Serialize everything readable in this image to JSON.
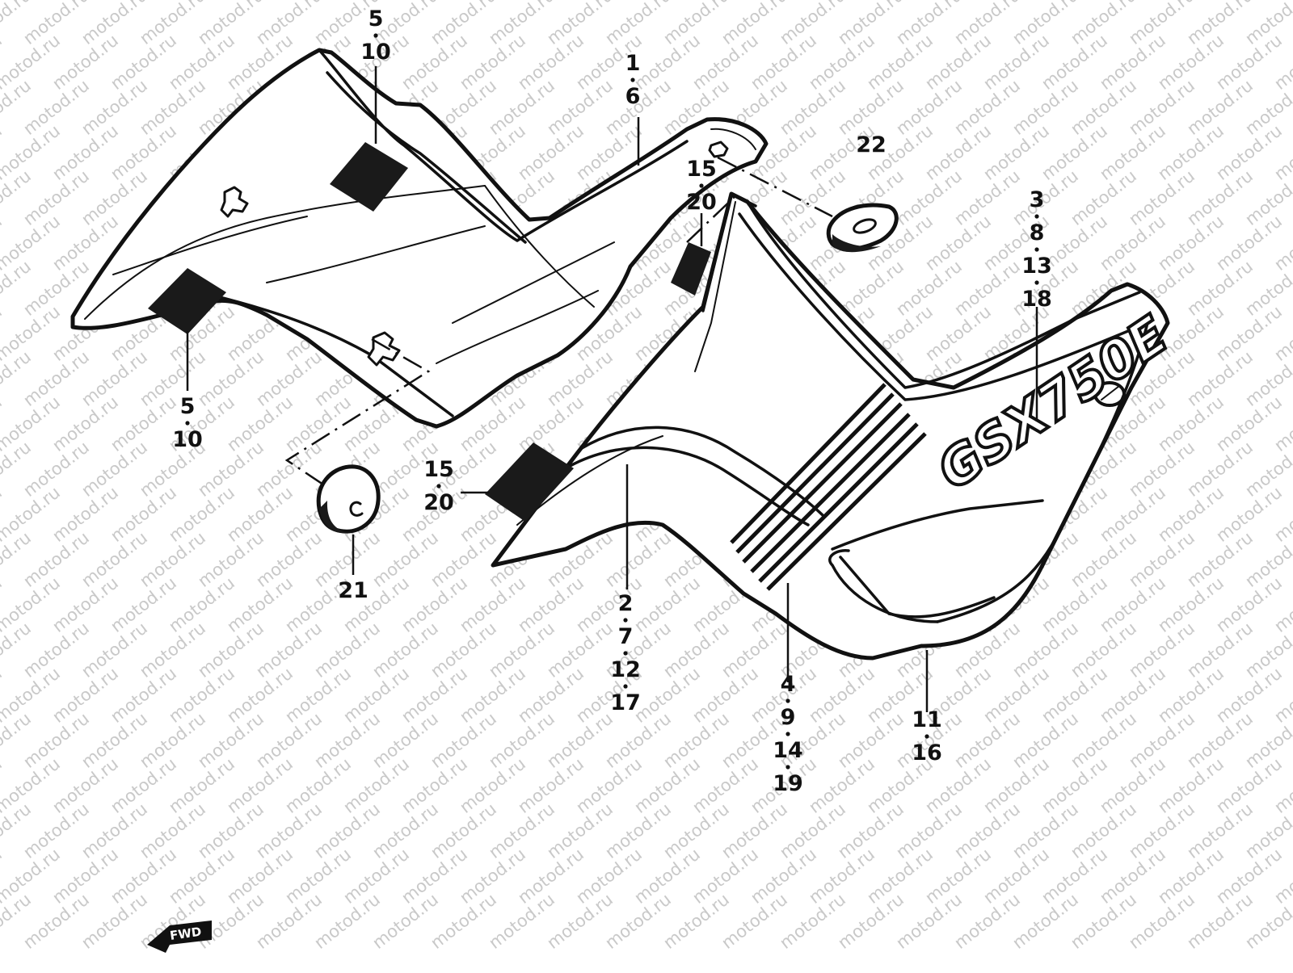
{
  "watermark": {
    "text": "motod.ru"
  },
  "emblem": {
    "text": "GSX750E"
  },
  "fwd_arrow": {
    "text": "FWD"
  },
  "callouts": {
    "c_1_6": [
      "1",
      "6"
    ],
    "c_5_10_top": [
      "5",
      "10"
    ],
    "c_5_10_left": [
      "5",
      "10"
    ],
    "c_15_20_upper": [
      "15",
      "20"
    ],
    "c_15_20_lower": [
      "15",
      "20"
    ],
    "c_22": [
      "22"
    ],
    "c_21": [
      "21"
    ],
    "c_3_8_13_18": [
      "3",
      "8",
      "13",
      "18"
    ],
    "c_2_7_12_17": [
      "2",
      "7",
      "12",
      "17"
    ],
    "c_4_9_14_19": [
      "4",
      "9",
      "14",
      "19"
    ],
    "c_11_16": [
      "11",
      "16"
    ]
  },
  "colors": {
    "ink": "#111111",
    "paper": "#ffffff",
    "watermark": "#c9c9c9"
  }
}
